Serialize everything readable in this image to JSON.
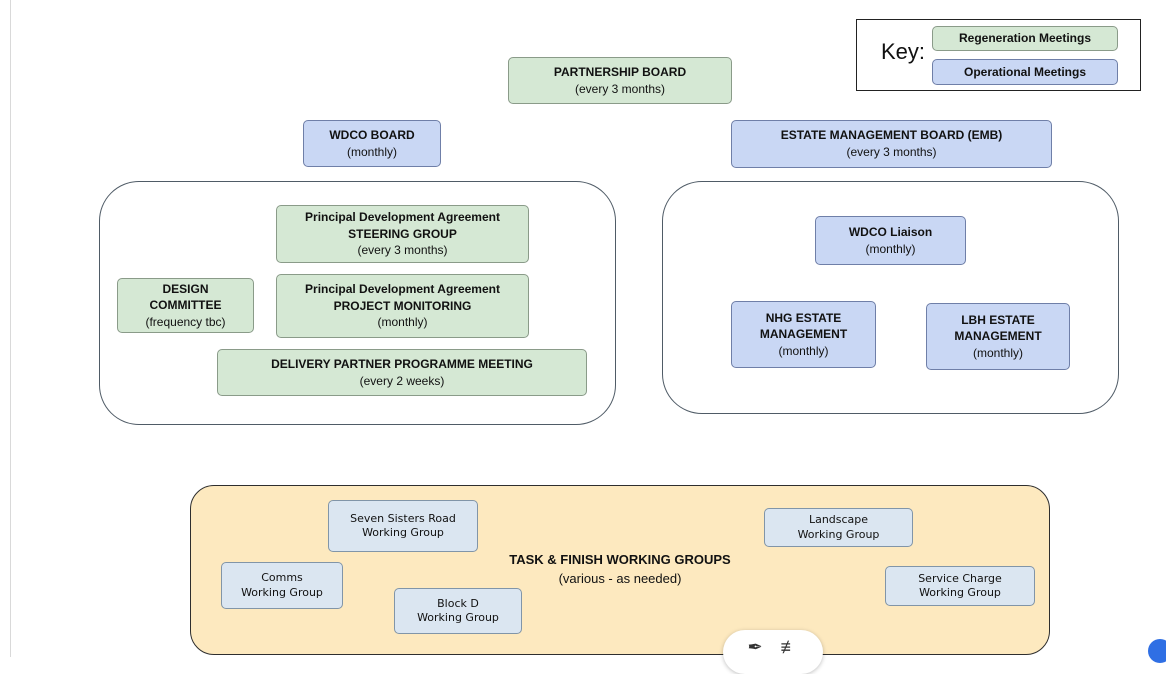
{
  "key": {
    "label": "Key:",
    "regeneration": "Regeneration Meetings",
    "operational": "Operational Meetings"
  },
  "partnership_board": {
    "title": "PARTNERSHIP BOARD",
    "freq": "(every 3 months)"
  },
  "wdco_board": {
    "title": "WDCO BOARD",
    "freq": "(monthly)"
  },
  "emb": {
    "title": "ESTATE MANAGEMENT BOARD (EMB)",
    "freq": "(every 3 months)"
  },
  "regeneration_group": {
    "steering": {
      "line1": "Principal Development Agreement",
      "line2": "STEERING GROUP",
      "freq": "(every 3 months)"
    },
    "monitoring": {
      "line1": "Principal Development Agreement",
      "line2": "PROJECT MONITORING",
      "freq": "(monthly)"
    },
    "design": {
      "line1": "DESIGN",
      "line2": "COMMITTEE",
      "freq": "(frequency tbc)"
    },
    "delivery": {
      "title": "DELIVERY PARTNER PROGRAMME MEETING",
      "freq": "(every 2 weeks)"
    }
  },
  "operational_group": {
    "liaison": {
      "title": "WDCO Liaison",
      "freq": "(monthly)"
    },
    "nhg": {
      "line1": "NHG ESTATE",
      "line2": "MANAGEMENT",
      "freq": "(monthly)"
    },
    "lbh": {
      "line1": "LBH ESTATE",
      "line2": "MANAGEMENT",
      "freq": "(monthly)"
    }
  },
  "task_finish": {
    "title": "TASK & FINISH WORKING GROUPS",
    "subtitle": "(various - as needed)",
    "groups": [
      {
        "line1": "Seven Sisters Road",
        "line2": "Working Group"
      },
      {
        "line1": "Comms",
        "line2": "Working Group"
      },
      {
        "line1": "Block D",
        "line2": "Working Group"
      },
      {
        "line1": "Landscape",
        "line2": "Working Group"
      },
      {
        "line1": "Service Charge",
        "line2": "Working Group"
      }
    ]
  },
  "toolbar": {
    "edit_icon": "magic-pen-icon",
    "filter_icon": "strikethrough-lines-icon"
  },
  "colors": {
    "regeneration": "#d5e8d4",
    "operational": "#c9d7f4",
    "task_group": "#dbe6f1",
    "task_container": "#fde9bf"
  }
}
